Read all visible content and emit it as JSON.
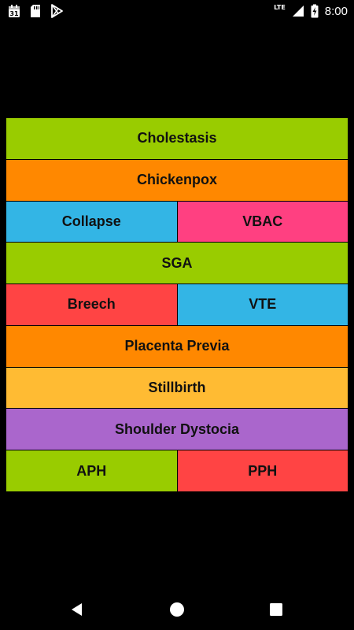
{
  "status_bar": {
    "calendar_day": "31",
    "network_label": "LTE",
    "time": "8:00",
    "icons": [
      "calendar-icon",
      "sd-card-icon",
      "play-store-icon",
      "signal-icon",
      "battery-charging-icon"
    ]
  },
  "tiles": [
    {
      "label": "Cholestasis",
      "color": "#99cc00"
    },
    {
      "label": "Chickenpox",
      "color": "#ff8800"
    },
    {
      "label": "Collapse",
      "color": "#33b5e5"
    },
    {
      "label": "VBAC",
      "color": "#ff4081"
    },
    {
      "label": "SGA",
      "color": "#99cc00"
    },
    {
      "label": "Breech",
      "color": "#ff4444"
    },
    {
      "label": "VTE",
      "color": "#33b5e5"
    },
    {
      "label": "Placenta Previa",
      "color": "#ff8800"
    },
    {
      "label": "Stillbirth",
      "color": "#ffbb33"
    },
    {
      "label": "Shoulder Dystocia",
      "color": "#aa66cc"
    },
    {
      "label": "APH",
      "color": "#99cc00"
    },
    {
      "label": "PPH",
      "color": "#ff4444"
    }
  ],
  "nav_bar": {
    "icons": [
      "back-icon",
      "home-icon",
      "recents-icon"
    ]
  }
}
